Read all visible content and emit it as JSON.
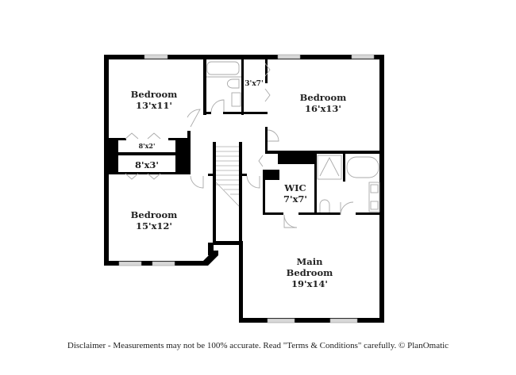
{
  "rooms": [
    {
      "id": "bedroom-nw",
      "name": "Bedroom",
      "dims": "13'x11'"
    },
    {
      "id": "bedroom-ne",
      "name": "Bedroom",
      "dims": "16'x13'"
    },
    {
      "id": "bedroom-sw",
      "name": "Bedroom",
      "dims": "15'x12'"
    },
    {
      "id": "main-bedroom",
      "name_line1": "Main",
      "name_line2": "Bedroom",
      "dims": "19'x14'"
    },
    {
      "id": "wic",
      "name": "WIC",
      "dims": "7'x7'"
    },
    {
      "id": "closet-top",
      "dims": "3'x7'"
    },
    {
      "id": "closet-small",
      "dims": "8'x2'"
    },
    {
      "id": "closet-mid",
      "dims": "8'x3'"
    }
  ],
  "footer": {
    "disclaimer": "Disclaimer - Measurements may not be 100% accurate. Read \"Terms & Conditions\" carefully. © PlanOmatic"
  },
  "colors": {
    "wall": "#000000",
    "window": "#d0d0d0",
    "fixture": "#aaaaaa",
    "background": "#ffffff"
  }
}
